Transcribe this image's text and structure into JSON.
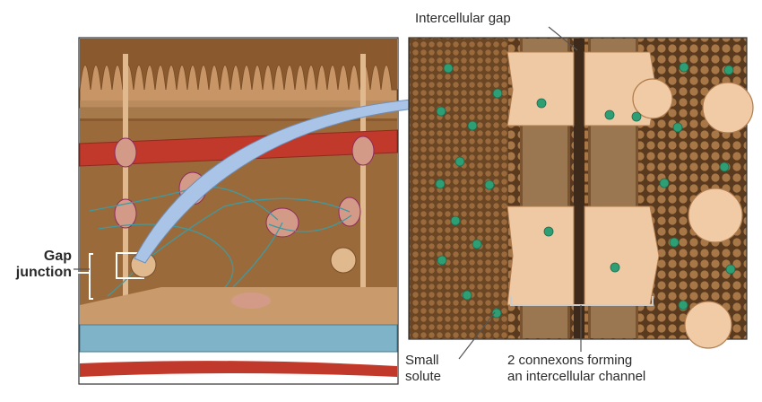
{
  "labels": {
    "gap_junction_line1": "Gap",
    "gap_junction_line2": "junction",
    "intercellular_gap": "Intercellular gap",
    "small_solute_line1": "Small",
    "small_solute_line2": "solute",
    "connexons_line1": "2 connexons forming",
    "connexons_line2": "an intercellular channel"
  },
  "colors": {
    "tissue_brown": "#8a5a2e",
    "membrane_tan": "#e0b98f",
    "blood_vessel_red": "#c0392b",
    "basement_blue": "#7fb3c8",
    "solute_green": "#2e9e74",
    "arrow_blue": "#a9c4e6",
    "dark_bg": "#3d2a1a"
  }
}
